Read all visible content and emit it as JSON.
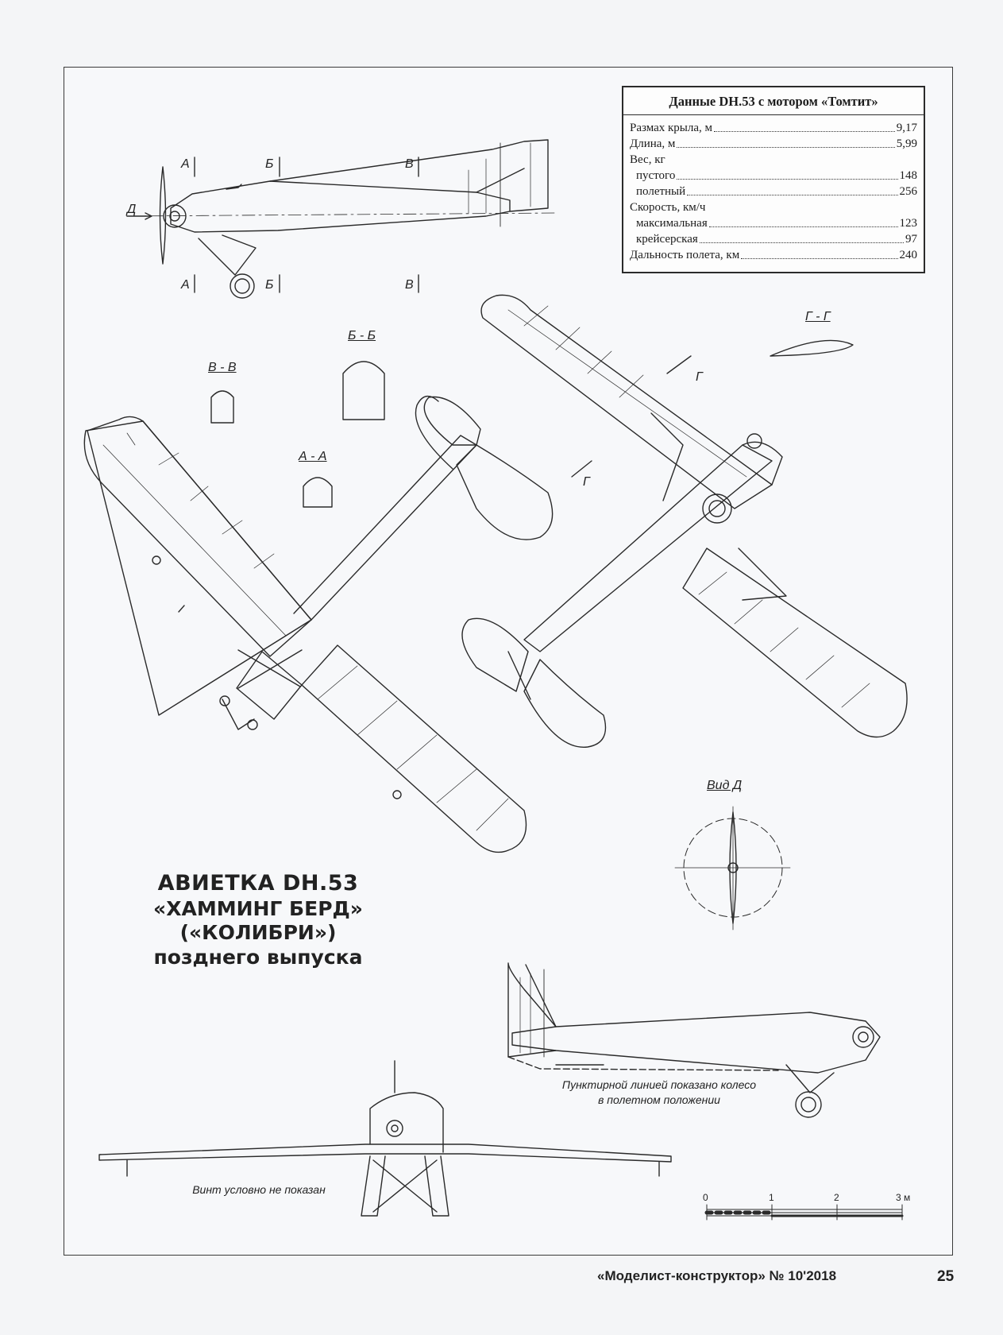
{
  "spec_table": {
    "title": "Данные DH.53 с мотором «Томтит»",
    "rows": [
      {
        "label": "Размах крыла, м",
        "value": "9,17",
        "indent": false
      },
      {
        "label": "Длина, м",
        "value": "5,99",
        "indent": false
      },
      {
        "label": "Вес, кг",
        "value": "",
        "indent": false
      },
      {
        "label": "пустого",
        "value": "148",
        "indent": true
      },
      {
        "label": "полетный",
        "value": "256",
        "indent": true
      },
      {
        "label": "Скорость, км/ч",
        "value": "",
        "indent": false
      },
      {
        "label": "максимальная",
        "value": "123",
        "indent": true
      },
      {
        "label": "крейсерская",
        "value": "97",
        "indent": true
      },
      {
        "label": "Дальность полета, км",
        "value": "240",
        "indent": false
      }
    ]
  },
  "title": {
    "line1": "АВИЕТКА DH.53",
    "line2": "«ХАММИНГ БЕРД»",
    "line3": "(«КОЛИБРИ»)",
    "line4": "позднего выпуска"
  },
  "section_labels": {
    "aa": "А - А",
    "bb": "Б - Б",
    "vv": "В - В",
    "gg": "Г - Г",
    "view_d": "Вид Д",
    "a": "А",
    "b": "Б",
    "v": "В",
    "d": "Д",
    "g": "Г"
  },
  "captions": {
    "wheel": "Пунктирной линией показано колесо",
    "wheel2": "в полетном положении",
    "prop": "Винт условно не показан"
  },
  "scale": {
    "t0": "0",
    "t1": "1",
    "t2": "2",
    "t3": "3 м"
  },
  "footer": {
    "magazine": "«Моделист-конструктор» № 10'2018",
    "page": "25"
  }
}
